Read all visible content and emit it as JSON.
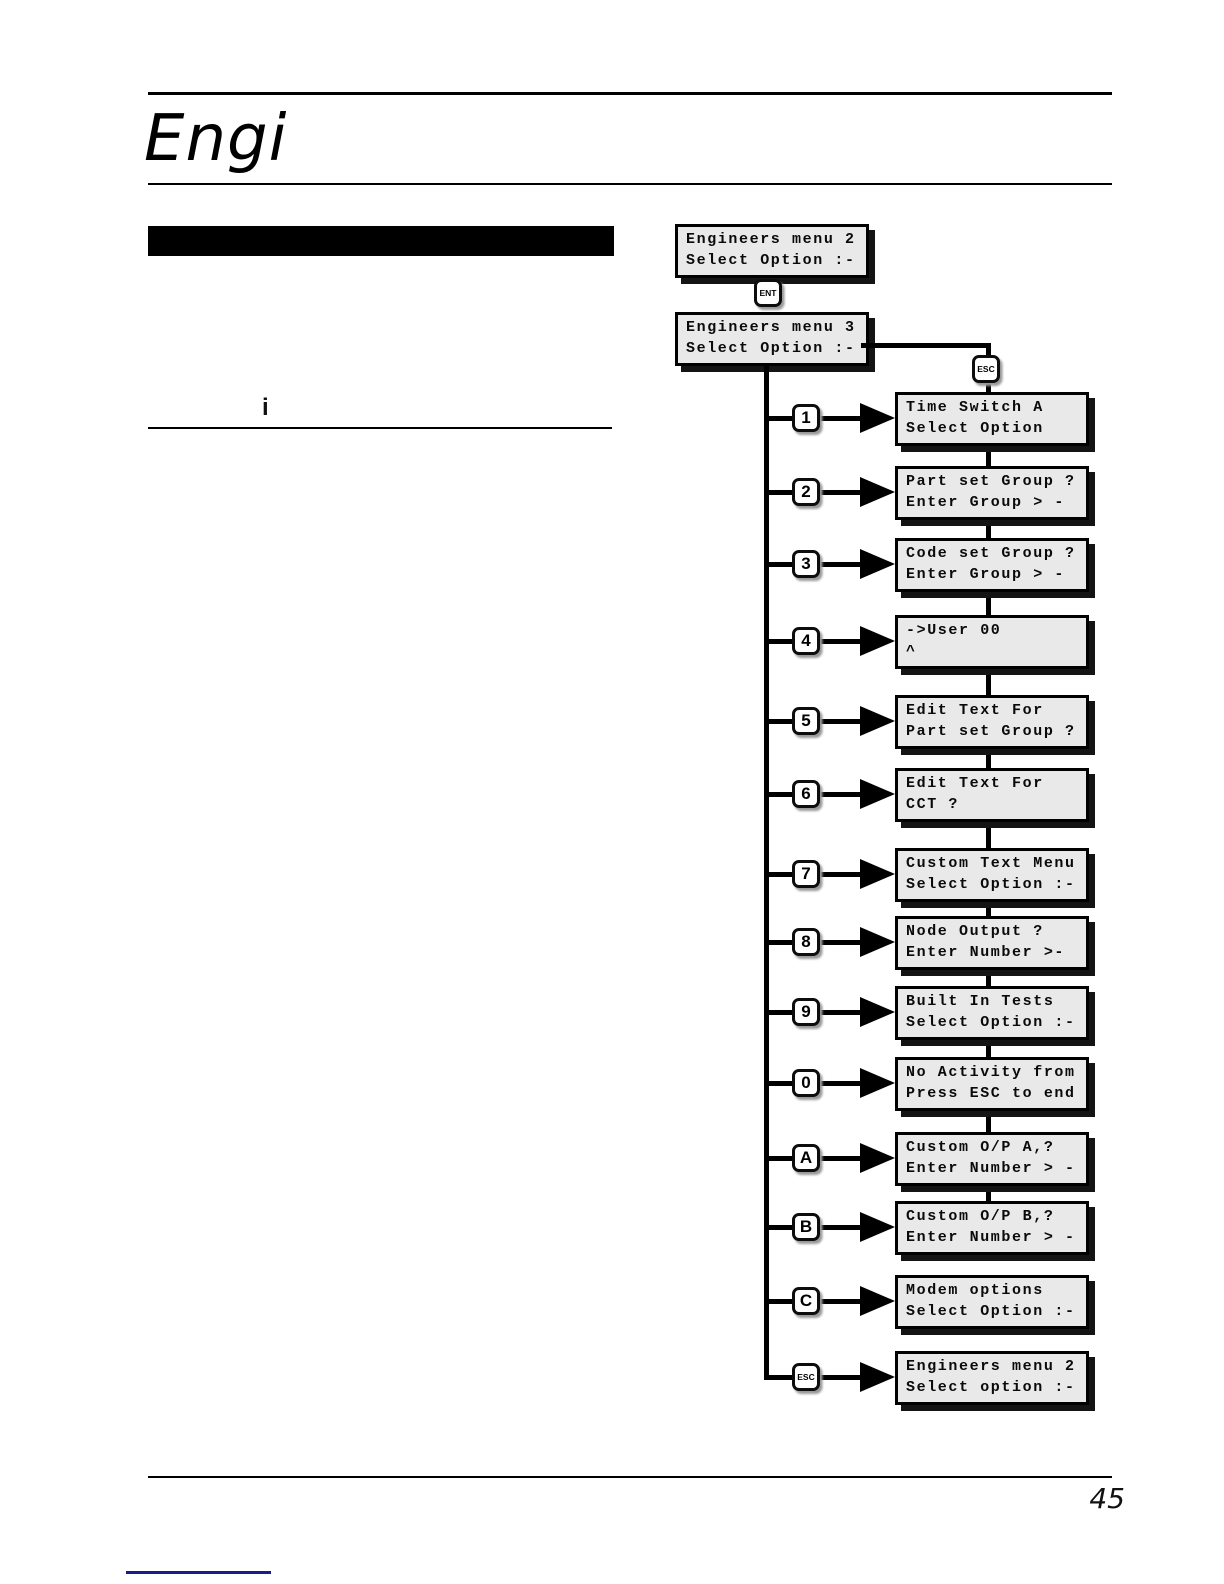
{
  "header": {
    "title": "Engi"
  },
  "left_column": {
    "fragment": "i"
  },
  "footer": {
    "page_number": "45"
  },
  "colors": {
    "lcd_background": "#e9e9e9",
    "line": "#000000",
    "footer_link": "#1b1b8e"
  },
  "flowchart": {
    "top_display": {
      "line1": "Engineers menu 2",
      "line2": "Select Option :-"
    },
    "ent_key": "ENT",
    "esc_key_top": "ESC",
    "menu3_display": {
      "line1": "Engineers menu 3",
      "line2": "Select Option :-"
    },
    "rows": [
      {
        "key": "1",
        "line1": "Time Switch A",
        "line2": "Select Option"
      },
      {
        "key": "2",
        "line1": "Part set Group ?",
        "line2": "Enter Group > -"
      },
      {
        "key": "3",
        "line1": "Code set Group ?",
        "line2": "Enter Group > -"
      },
      {
        "key": "4",
        "line1": "->User 00",
        "line2": "^"
      },
      {
        "key": "5",
        "line1": "Edit Text For",
        "line2": "Part set Group ?"
      },
      {
        "key": "6",
        "line1": "Edit Text For",
        "line2": "CCT ?"
      },
      {
        "key": "7",
        "line1": "Custom Text Menu",
        "line2": "Select Option :-"
      },
      {
        "key": "8",
        "line1": "Node Output ?",
        "line2": "Enter Number >-"
      },
      {
        "key": "9",
        "line1": "Built In Tests",
        "line2": "Select Option :-"
      },
      {
        "key": "0",
        "line1": "No Activity from",
        "line2": "Press ESC to end"
      },
      {
        "key": "A",
        "line1": "Custom O/P A,?",
        "line2": "Enter Number > -"
      },
      {
        "key": "B",
        "line1": "Custom O/P B,?",
        "line2": "Enter Number > -"
      },
      {
        "key": "C",
        "line1": "Modem options",
        "line2": "Select Option :-"
      },
      {
        "key": "ESC",
        "line1": "Engineers menu 2",
        "line2": "Select option :-"
      }
    ]
  }
}
